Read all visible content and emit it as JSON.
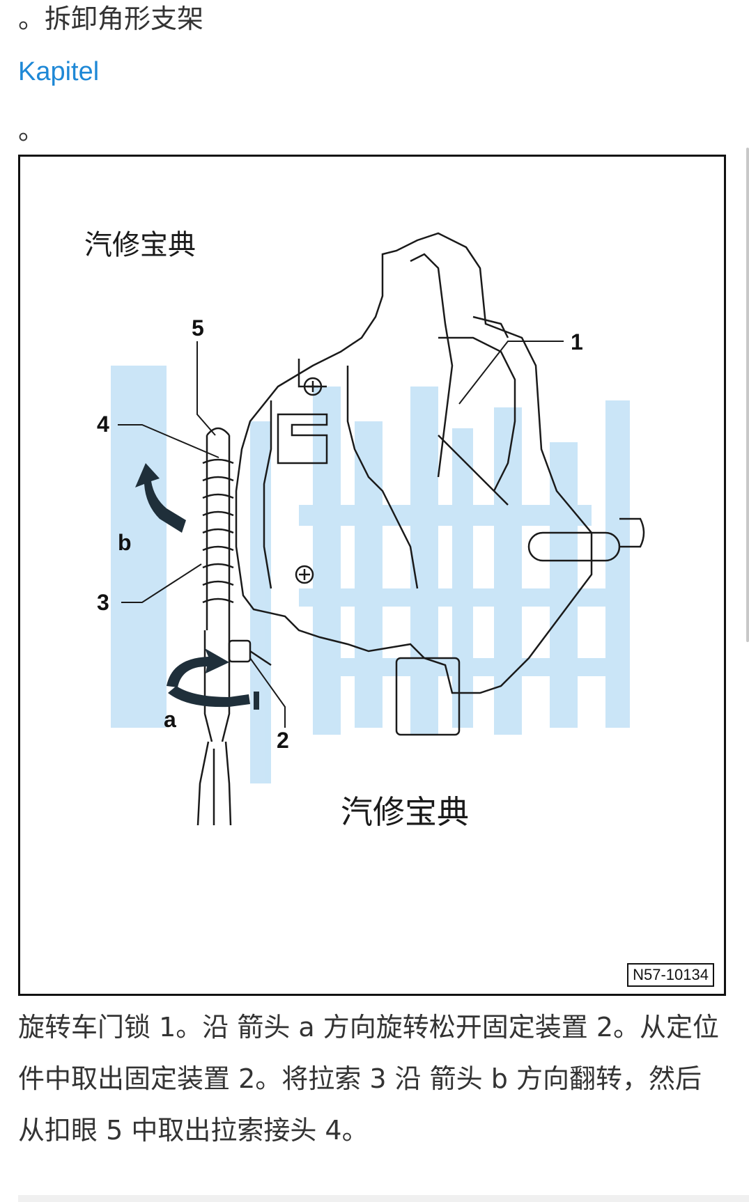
{
  "step_text": "。拆卸角形支架",
  "link_label": "Kapitel",
  "period_line": "。",
  "figure": {
    "watermark_top": "汽修宝典",
    "watermark_bottom": "汽修宝典",
    "figure_id": "N57-10134",
    "callouts": {
      "c1": "1",
      "c2": "2",
      "c3": "3",
      "c4": "4",
      "c5": "5",
      "ca": "a",
      "cb": "b"
    },
    "colors": {
      "line": "#1a1a1a",
      "watermark_blue": "#8cc6ee",
      "arrow_dark": "#1f2f3a"
    }
  },
  "caption": "旋转车门锁 1。沿 箭头 a 方向旋转松开固定装置 2。从定位件中取出固定装置 2。将拉索 3 沿 箭头 b 方向翻转，然后从扣眼 5 中取出拉索接头 4。"
}
